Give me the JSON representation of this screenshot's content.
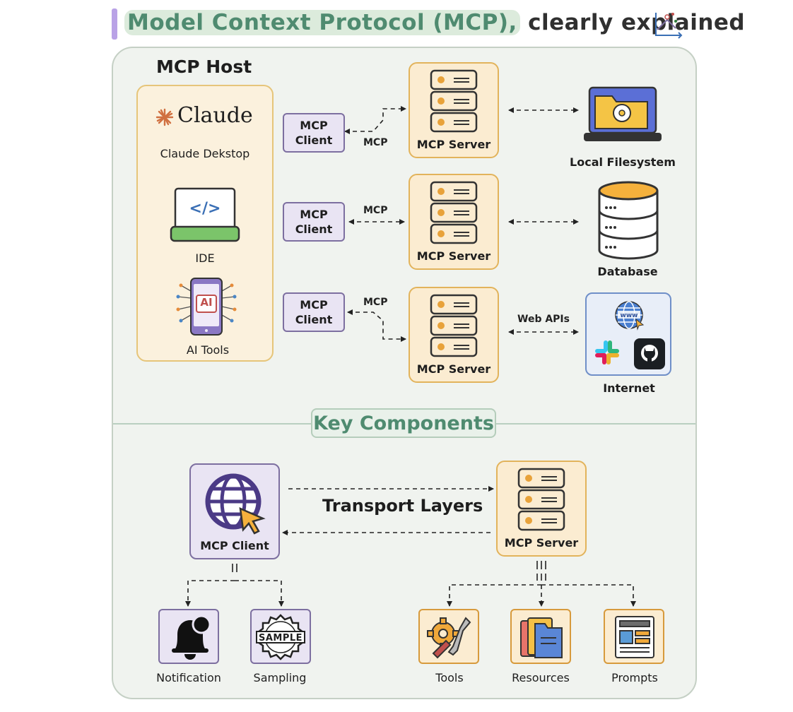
{
  "header": {
    "title_highlight": "Model Context Protocol (MCP),",
    "title_rest": " clearly explained"
  },
  "host": {
    "title": "MCP Host",
    "apps": [
      {
        "logo": "Claude",
        "label": "Claude Dekstop",
        "icon": "claude-asterisk-icon"
      },
      {
        "label": "IDE",
        "icon": "laptop-code-icon"
      },
      {
        "label": "AI Tools",
        "icon": "ai-phone-icon",
        "badge": "AI"
      }
    ]
  },
  "rows": [
    {
      "client": [
        "MCP",
        "Client"
      ],
      "protocol": "MCP",
      "server": "MCP Server",
      "resource": "Local Filesystem",
      "link": ""
    },
    {
      "client": [
        "MCP",
        "Client"
      ],
      "protocol": "MCP",
      "server": "MCP Server",
      "resource": "Database",
      "link": ""
    },
    {
      "client": [
        "MCP",
        "Client"
      ],
      "protocol": "MCP",
      "server": "MCP Server",
      "resource": "Internet",
      "link": "Web APIs"
    }
  ],
  "key_components": {
    "heading": "Key Components",
    "transport": "Transport Layers",
    "client": "MCP Client",
    "server": "MCP Server",
    "client_features": [
      "Notification",
      "Sampling"
    ],
    "server_features": [
      "Tools",
      "Resources",
      "Prompts"
    ],
    "sample_stamp": "SAMPLE"
  },
  "colors": {
    "accent_green": "#4f8b70",
    "client_purple": "#7d6fa0",
    "server_orange": "#e2b35b",
    "panel_bg": "#f0f3ef"
  }
}
